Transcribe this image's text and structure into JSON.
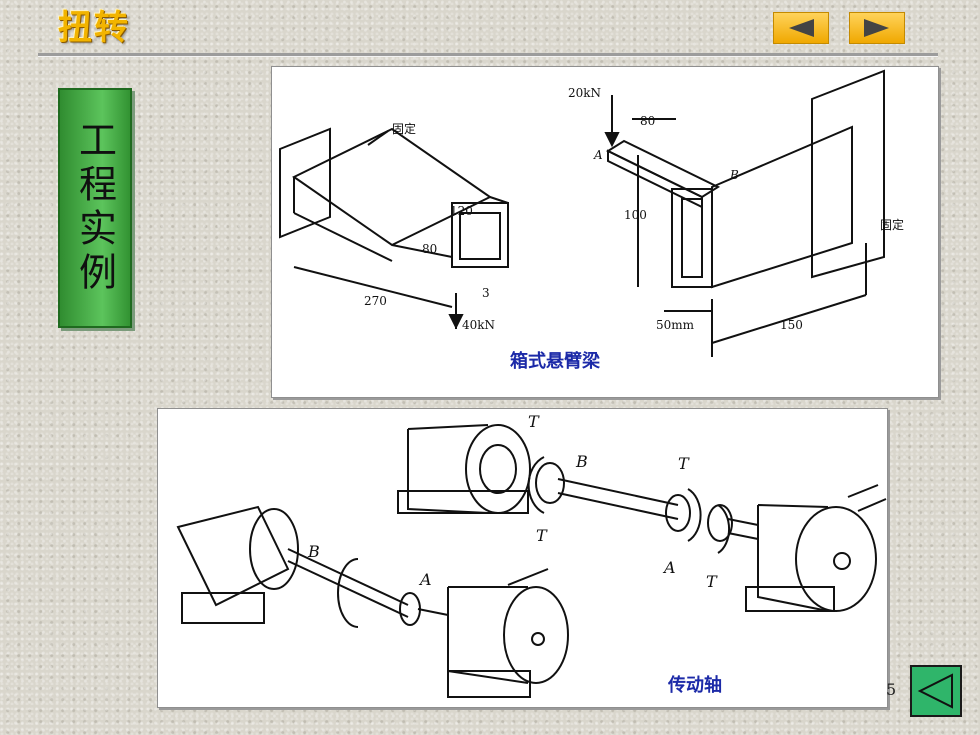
{
  "header": {
    "title": "扭转",
    "prev_icon": "triangle-left-icon",
    "next_icon": "triangle-right-icon"
  },
  "side_label": {
    "text": "工程实例"
  },
  "figure_top": {
    "caption": "箱式悬臂梁",
    "labels": {
      "fixed_left": "固定",
      "fixed_right": "固定",
      "load_top": "20kN",
      "load_bottom": "40kN",
      "dim_80_top": "80",
      "dim_120": "120",
      "dim_80_side": "80",
      "dim_3": "3",
      "dim_270": "270",
      "dim_100": "100",
      "dim_50mm": "50mm",
      "dim_150": "150",
      "point_a": "A",
      "point_b": "B"
    }
  },
  "figure_bottom": {
    "caption": "传动轴",
    "labels": {
      "t_top": "T",
      "b_top": "B",
      "t_mid": "T",
      "t_right": "T",
      "a_right": "A",
      "t_right_low": "T",
      "b_left": "B",
      "a_left": "A"
    }
  },
  "footer": {
    "page_number": "5",
    "back_icon": "triangle-left-icon"
  },
  "colors": {
    "accent_gold": "#f0a800",
    "label_green": "#3fae3f",
    "caption_blue": "#1c2aa8",
    "back_green": "#2fb56a"
  }
}
